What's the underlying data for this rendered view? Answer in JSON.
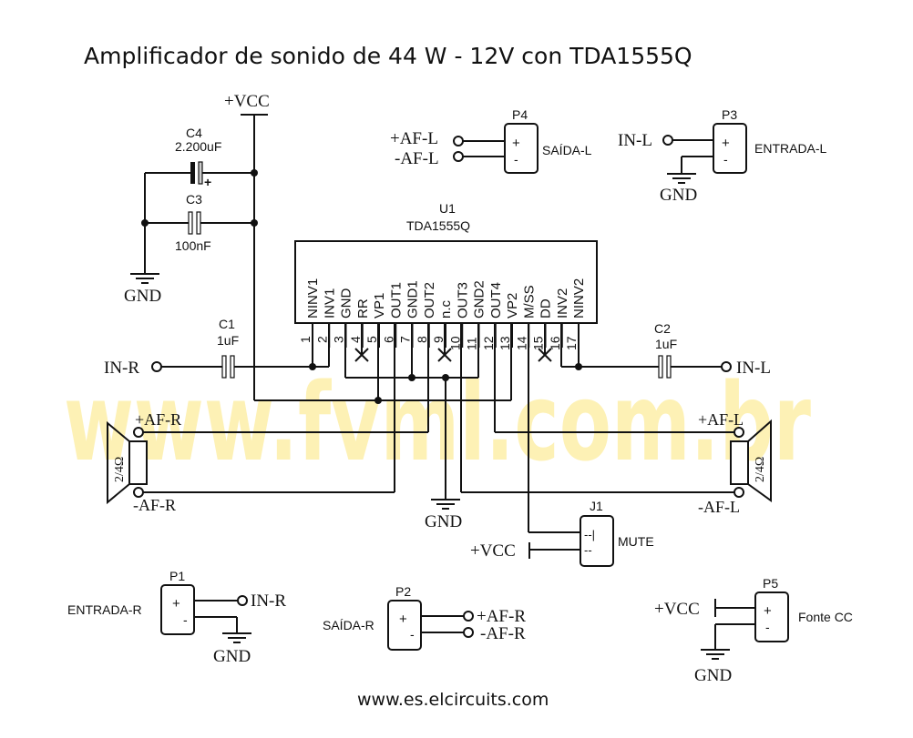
{
  "title": "Amplificador de sonido de 44 W - 12V con TDA1555Q",
  "watermark": "www.fvml.com.br",
  "footer": "www.es.elcircuits.com",
  "colors": {
    "line": "#111111",
    "watermark": "#fdf1b5",
    "background": "#ffffff"
  },
  "ic": {
    "ref": "U1",
    "part": "TDA1555Q",
    "pins": [
      {
        "num": "1",
        "name": "NINV1"
      },
      {
        "num": "2",
        "name": "INV1"
      },
      {
        "num": "3",
        "name": "GND"
      },
      {
        "num": "4",
        "name": "RR"
      },
      {
        "num": "5",
        "name": "VP1"
      },
      {
        "num": "6",
        "name": "OUT1"
      },
      {
        "num": "7",
        "name": "GND1"
      },
      {
        "num": "8",
        "name": "OUT2"
      },
      {
        "num": "9",
        "name": "n.c"
      },
      {
        "num": "10",
        "name": "OUT3"
      },
      {
        "num": "11",
        "name": "GND2"
      },
      {
        "num": "12",
        "name": "OUT4"
      },
      {
        "num": "13",
        "name": "VP2"
      },
      {
        "num": "14",
        "name": "M/SS"
      },
      {
        "num": "15",
        "name": "DD"
      },
      {
        "num": "16",
        "name": "INV2"
      },
      {
        "num": "17",
        "name": "NINV2"
      }
    ]
  },
  "capacitors": {
    "c4": {
      "ref": "C4",
      "value": "2.200uF",
      "polarity": "+"
    },
    "c3": {
      "ref": "C3",
      "value": "100nF"
    },
    "c1": {
      "ref": "C1",
      "value": "1uF"
    },
    "c2": {
      "ref": "C2",
      "value": "1uF"
    }
  },
  "nets": {
    "vcc": "+VCC",
    "gnd": "GND",
    "in_r": "IN-R",
    "in_l": "IN-L",
    "af_r_pos": "+AF-R",
    "af_r_neg": "-AF-R",
    "af_l_pos": "+AF-L",
    "af_l_neg": "-AF-L"
  },
  "speakers": {
    "left": {
      "impedance": "2/4Ω"
    },
    "right": {
      "impedance": "2/4Ω"
    }
  },
  "jumper": {
    "ref": "J1",
    "label": "MUTE",
    "pin1": "--|",
    "pin2": "--"
  },
  "connectors": {
    "p1": {
      "ref": "P1",
      "label": "ENTRADA-R",
      "plus": "+",
      "minus": "-"
    },
    "p2": {
      "ref": "P2",
      "label": "SAÍDA-R",
      "plus": "+",
      "minus": "-"
    },
    "p3": {
      "ref": "P3",
      "label": "ENTRADA-L",
      "plus": "+",
      "minus": "-"
    },
    "p4": {
      "ref": "P4",
      "label": "SAÍDA-L",
      "plus": "+",
      "minus": "-"
    },
    "p5": {
      "ref": "P5",
      "label": "Fonte CC",
      "plus": "+",
      "minus": "-"
    }
  }
}
